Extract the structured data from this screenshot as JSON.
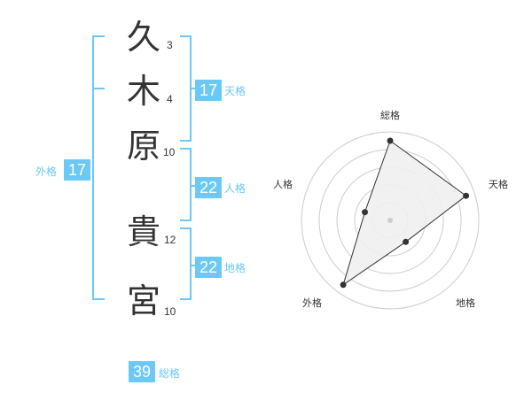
{
  "name": {
    "characters": [
      {
        "char": "久",
        "strokes": "3"
      },
      {
        "char": "木",
        "strokes": "4"
      },
      {
        "char": "原",
        "strokes": "10"
      },
      {
        "char": "貴",
        "strokes": "12"
      },
      {
        "char": "宮",
        "strokes": "10"
      }
    ]
  },
  "scores": {
    "tenkaku": {
      "value": "17",
      "label": "天格"
    },
    "jinkaku": {
      "value": "22",
      "label": "人格"
    },
    "chikaku": {
      "value": "22",
      "label": "地格"
    },
    "gaikaku": {
      "value": "17",
      "label": "外格"
    },
    "soukaku": {
      "value": "39",
      "label": "総格"
    }
  },
  "radar": {
    "axes": [
      "総格",
      "天格",
      "地格",
      "外格",
      "人格"
    ],
    "levels": 5,
    "values": [
      0.9,
      0.9,
      0.3,
      0.9,
      0.3
    ]
  },
  "colors": {
    "accent": "#6cc8f5",
    "text": "#333333",
    "grid": "#cccccc",
    "fill": "#f0f0f0"
  }
}
